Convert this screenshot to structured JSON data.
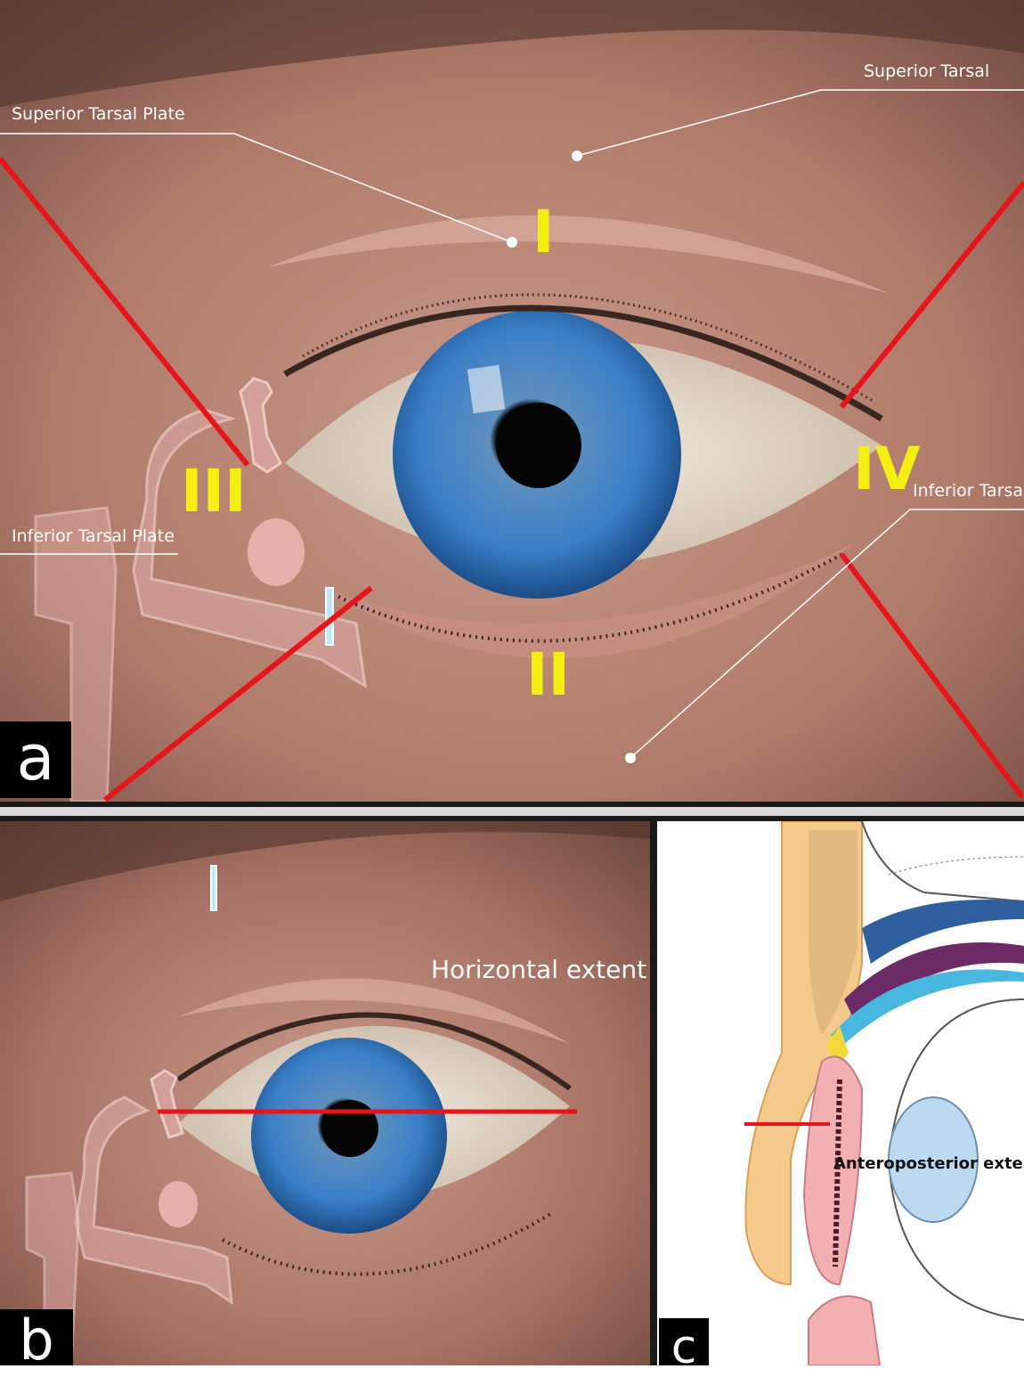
{
  "panel_a": {
    "letter": "a",
    "labels": {
      "superior_tarsal_plate": "Superior Tarsal Plate",
      "superior_tarsal": "Superior Tarsal",
      "inferior_tarsal_plate": "Inferior Tarsal Plate",
      "inferior_tarsal": "Inferior Tarsal"
    },
    "regions": {
      "one": "I",
      "two": "II",
      "three": "III",
      "four": "IV"
    }
  },
  "panel_b": {
    "letter": "b",
    "label": "Horizontal extent"
  },
  "panel_c": {
    "letter": "c",
    "label": "Anteroposterior extent"
  },
  "colors": {
    "marker_line": "#e8141b",
    "region_label": "#f4ee12",
    "iris": "#3a7fc8",
    "skin": "#b98474"
  }
}
